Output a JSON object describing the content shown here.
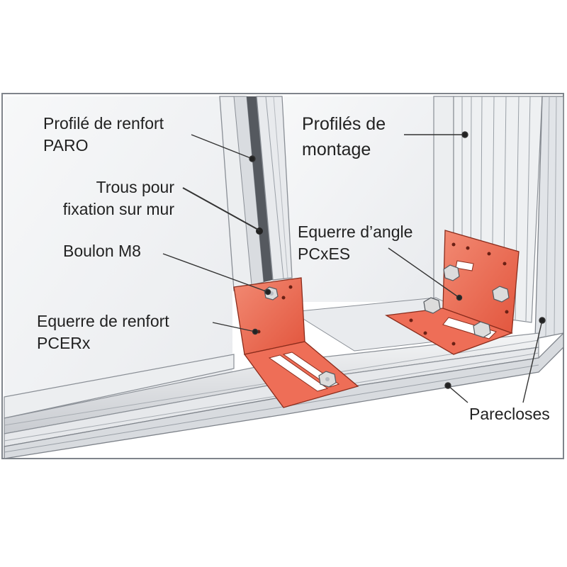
{
  "labels": {
    "profile_paro": {
      "line1": "Profilé de renfort",
      "line2": "PARO"
    },
    "trous": {
      "line1": "Trous pour",
      "line2": "fixation sur mur"
    },
    "boulon": {
      "line1": "Boulon M8"
    },
    "equerre_renfort": {
      "line1": "Equerre de renfort",
      "line2": "PCERx"
    },
    "profiles_montage": {
      "line1": "Profilés de",
      "line2": "montage"
    },
    "equerre_angle": {
      "line1": "Equerre d’angle",
      "line2": "PCxES"
    },
    "parecloses": {
      "line1": "Parecloses"
    }
  },
  "colors": {
    "bracket": "#ee6e57",
    "bracket_edge": "#8a2c1c",
    "bolt": "#dcdcdc",
    "frame": "#e4e6e9",
    "frame_edge": "#8a8f96",
    "panel": "#f2f3f5",
    "label_line": "#333333"
  }
}
